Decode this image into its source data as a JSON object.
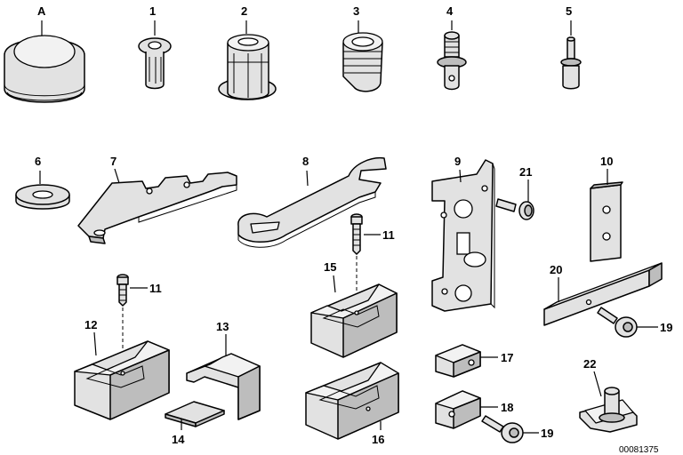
{
  "callouts": {
    "A": "A",
    "c1": "1",
    "c2": "2",
    "c3": "3",
    "c4": "4",
    "c5": "5",
    "c6": "6",
    "c7": "7",
    "c8": "8",
    "c9": "9",
    "c10": "10",
    "c11a": "11",
    "c11b": "11",
    "c12": "12",
    "c13": "13",
    "c14": "14",
    "c15": "15",
    "c16": "16",
    "c17": "17",
    "c18": "18",
    "c19a": "19",
    "c19b": "19",
    "c20": "20",
    "c21": "21",
    "c22": "22"
  },
  "reference_number": "00081375"
}
